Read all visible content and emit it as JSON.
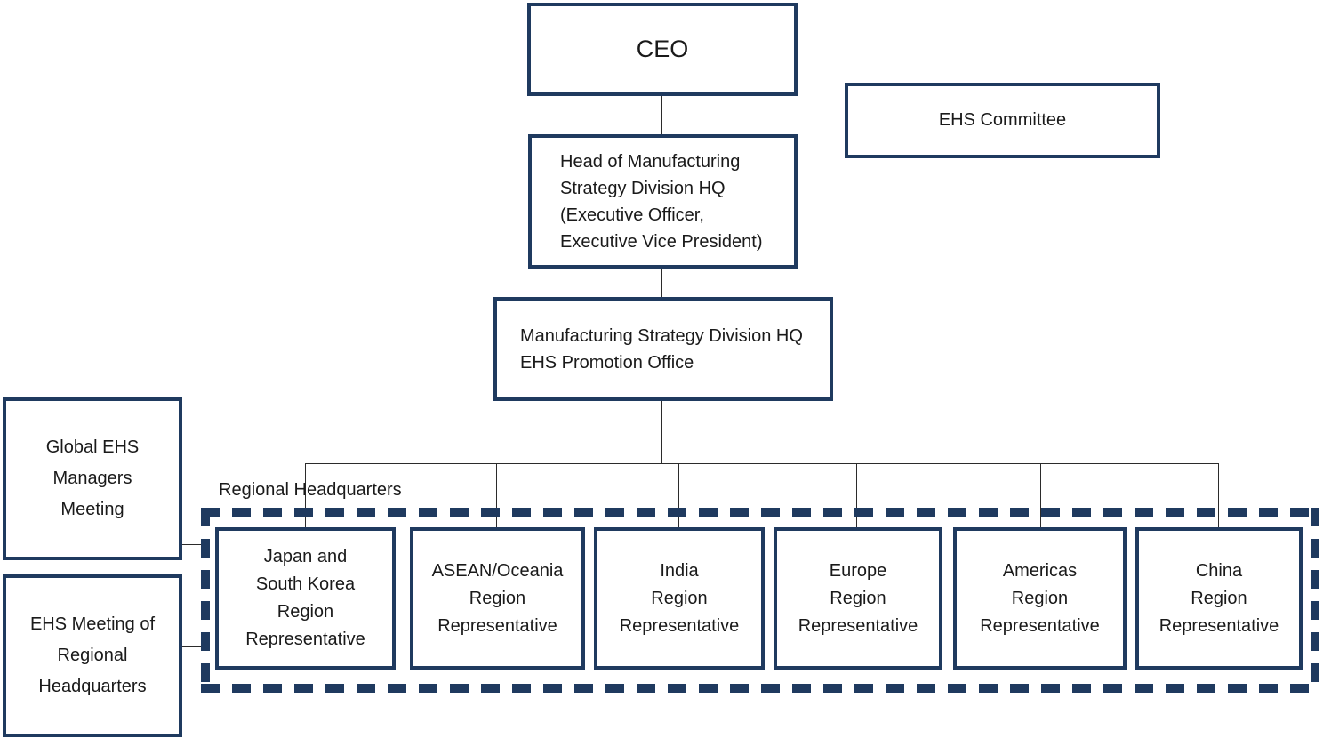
{
  "colors": {
    "box_border": "#1f3a5f",
    "connector": "#2b2b2b",
    "text": "#1a1a1a",
    "background": "#ffffff"
  },
  "org": {
    "ceo": {
      "label": "CEO"
    },
    "ehs_committee": {
      "label": "EHS Committee"
    },
    "head_division": {
      "lines": [
        "Head of Manufacturing",
        "Strategy Division HQ",
        "(Executive Officer,",
        "Executive Vice President)"
      ]
    },
    "promotion_office": {
      "lines": [
        "Manufacturing Strategy Division HQ",
        "EHS Promotion Office"
      ]
    },
    "global_meeting": {
      "lines": [
        "Global EHS",
        "Managers",
        "Meeting"
      ]
    },
    "regional_meeting": {
      "lines": [
        "EHS Meeting of",
        "Regional",
        "Headquarters"
      ]
    },
    "regional_hq_label": "Regional Headquarters",
    "regions": [
      {
        "lines": [
          "Japan and",
          "South Korea",
          "Region",
          "Representative"
        ]
      },
      {
        "lines": [
          "ASEAN/Oceania",
          "Region",
          "Representative"
        ]
      },
      {
        "lines": [
          "India",
          "Region",
          "Representative"
        ]
      },
      {
        "lines": [
          "Europe",
          "Region",
          "Representative"
        ]
      },
      {
        "lines": [
          "Americas",
          "Region",
          "Representative"
        ]
      },
      {
        "lines": [
          "China",
          "Region",
          "Representative"
        ]
      }
    ]
  }
}
